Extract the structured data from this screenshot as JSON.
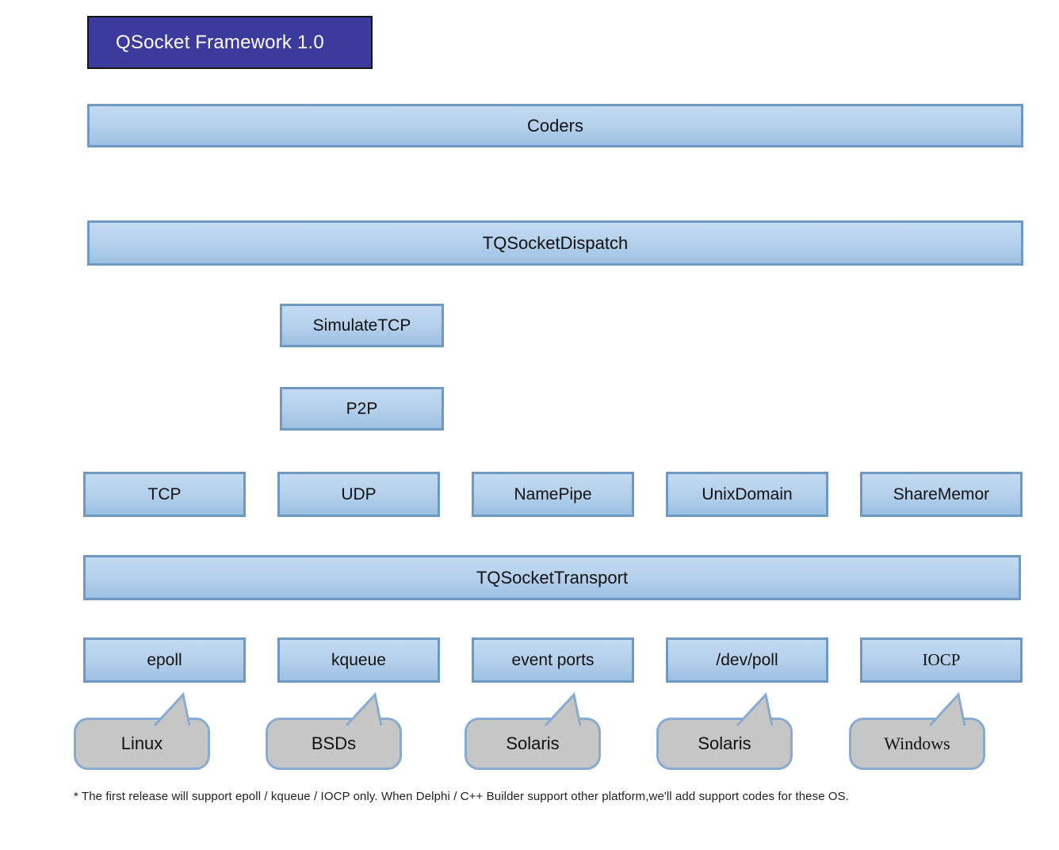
{
  "diagram": {
    "title": "QSocket Framework 1.0",
    "layers": {
      "coders": "Coders",
      "dispatch": "TQSocketDispatch",
      "transport": "TQSocketTransport"
    },
    "mid": {
      "simulate_tcp": "SimulateTCP",
      "p2p": "P2P"
    },
    "protocols": [
      "TCP",
      "UDP",
      "NamePipe",
      "UnixDomain",
      "ShareMemor"
    ],
    "backends": [
      "epoll",
      "kqueue",
      "event ports",
      "/dev/poll",
      "IOCP"
    ],
    "os_callouts": [
      "Linux",
      "BSDs",
      "Solaris",
      "Solaris",
      "Windows"
    ],
    "footnote": "* The first release will support epoll / kqueue / IOCP only. When Delphi / C++ Builder support other platform,we'll add support codes for these OS."
  },
  "colors": {
    "title_fill": "#3d3a9e",
    "box_fill_top": "#c3daf1",
    "box_fill_bottom": "#9cc0e2",
    "box_border": "#6f98c4",
    "bubble_fill": "#c6c6c6",
    "bubble_border": "#87abd1"
  }
}
